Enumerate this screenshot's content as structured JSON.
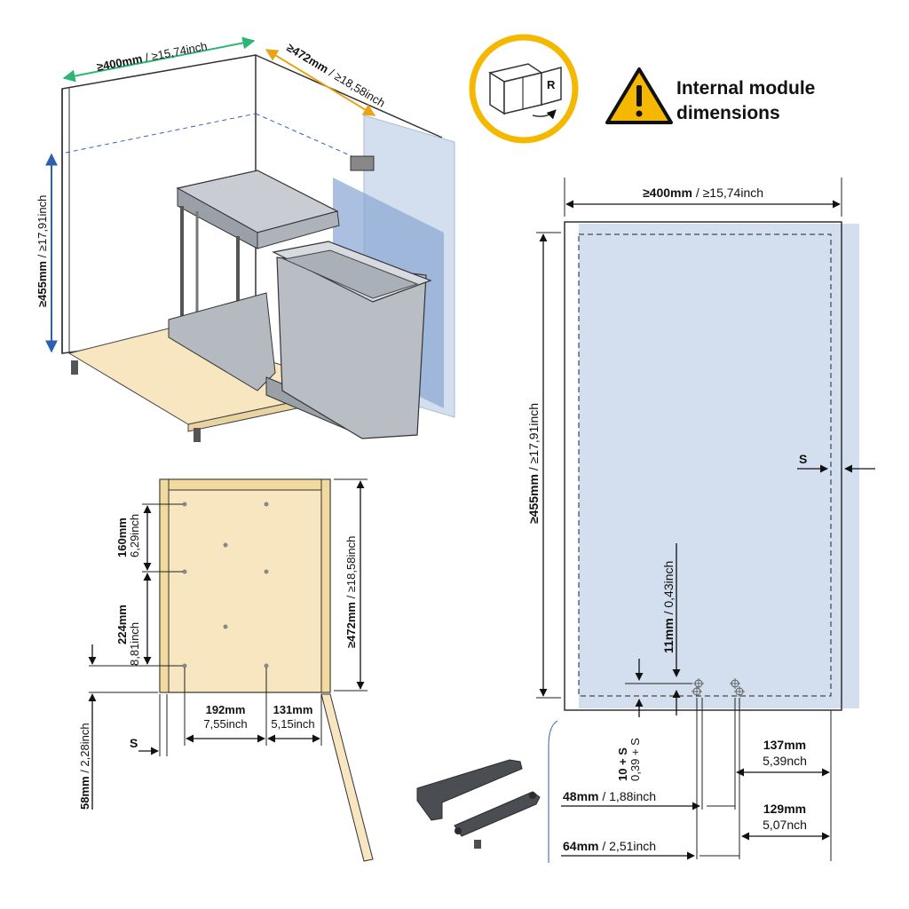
{
  "header": {
    "title_line1": "Internal module",
    "title_line2": "dimensions",
    "warning_icon": "warning-triangle-icon",
    "badge_icon": "right-hinge-cabinet-icon",
    "badge_letter": "R"
  },
  "colors": {
    "accent_yellow": "#f5b800",
    "green_dim": "#2bb673",
    "orange_dim": "#e8a317",
    "blue_dim": "#2d5fb0",
    "wood": "#f7e6bf",
    "light_blue": "#d3dfee"
  },
  "cabinet_3d": {
    "width_mm": "≥400mm",
    "width_inch": "≥15,74inch",
    "depth_mm": "≥472mm",
    "depth_inch": "≥18,58inch",
    "height_mm": "≥455mm",
    "height_inch": "≥17,91inch"
  },
  "front_view": {
    "width_mm": "≥400mm",
    "width_inch": "≥15,74inch",
    "height_mm": "≥455mm",
    "height_inch": "≥17,91inch",
    "s_label": "S",
    "offset_mm": "11mm",
    "offset_inch": "0,43inch",
    "gap_mm": "10 + S",
    "gap_inch": "0,39 + S",
    "dim_137_mm": "137mm",
    "dim_137_inch": "5,39nch",
    "dim_129_mm": "129mm",
    "dim_129_inch": "5,07nch",
    "dim_48_mm": "48mm",
    "dim_48_inch": "1,88inch",
    "dim_64_mm": "64mm",
    "dim_64_inch": "2,51inch"
  },
  "floor_plan": {
    "d160_mm": "160mm",
    "d160_inch": "6,29inch",
    "d224_mm": "224mm",
    "d224_inch": "8,81inch",
    "d472_mm": "≥472mm",
    "d472_inch": "≥18,58inch",
    "d192_mm": "192mm",
    "d192_inch": "7,55inch",
    "d131_mm": "131mm",
    "d131_inch": "5,15inch",
    "d58_mm": "58mm",
    "d58_inch": "2,28inch",
    "s_label": "S"
  }
}
